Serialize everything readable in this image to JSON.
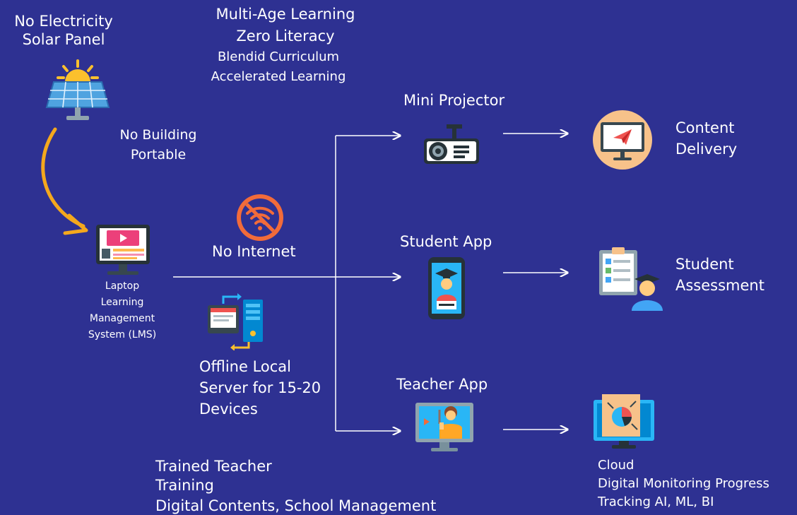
{
  "colors": {
    "background": "#2E3192",
    "text": "#FFFFFF",
    "curve_arrow": "#F4A81D",
    "connector": "#FFFFFF"
  },
  "power": {
    "title": "No Electricity",
    "subtitle": "Solar Panel",
    "icon": "solar-panel-icon"
  },
  "learning": {
    "line1": "Multi-Age Learning",
    "line2": "Zero Literacy",
    "line3": "Blendid Curriculum",
    "line4": "Accelerated Learning"
  },
  "building": {
    "line1": "No Building",
    "line2": "Portable"
  },
  "laptop": {
    "line1": "Laptop",
    "line2": "Learning",
    "line3": "Management",
    "line4": "System (LMS)",
    "icon": "laptop-video-icon"
  },
  "internet": {
    "label": "No Internet",
    "icon": "no-wifi-icon"
  },
  "server": {
    "line1": "Offline Local",
    "line2": "Server for 15-20",
    "line3": "Devices",
    "icon": "server-sync-icon"
  },
  "projector": {
    "label": "Mini Projector",
    "icon": "projector-icon"
  },
  "content_delivery": {
    "line1": "Content",
    "line2": "Delivery",
    "icon": "monitor-paper-plane-icon"
  },
  "student_app": {
    "label": "Student App",
    "icon": "phone-student-icon"
  },
  "student_assessment": {
    "line1": "Student",
    "line2": "Assessment",
    "icon": "clipboard-student-icon"
  },
  "teacher_app": {
    "label": "Teacher App",
    "icon": "monitor-teacher-icon"
  },
  "cloud": {
    "line1": "Cloud",
    "line2": "Digital Monitoring Progress",
    "line3": "Tracking AI, ML, BI",
    "icon": "analytics-monitor-icon"
  },
  "training": {
    "line1": "Trained Teacher",
    "line2": "Training",
    "line3": "Digital Contents, School Management"
  }
}
